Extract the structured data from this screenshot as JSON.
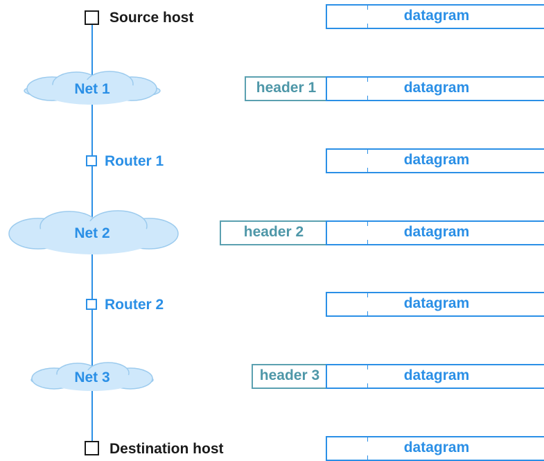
{
  "nodes": {
    "source_host": "Source host",
    "net1": "Net 1",
    "router1": "Router 1",
    "net2": "Net 2",
    "router2": "Router 2",
    "net3": "Net 3",
    "destination_host": "Destination host"
  },
  "packets": {
    "row1": {
      "datagram": "datagram"
    },
    "row2": {
      "header": "header 1",
      "datagram": "datagram"
    },
    "row3": {
      "datagram": "datagram"
    },
    "row4": {
      "header": "header 2",
      "datagram": "datagram"
    },
    "row5": {
      "datagram": "datagram"
    },
    "row6": {
      "header": "header 3",
      "datagram": "datagram"
    },
    "row7": {
      "datagram": "datagram"
    }
  },
  "colors": {
    "link": "#2a8fe6",
    "cloud_fill": "#cfe8fb",
    "cloud_stroke": "#9ccbee",
    "header_border": "#5aa0b0",
    "header_text": "#4e97a8",
    "host_text": "#1a1a1a"
  }
}
